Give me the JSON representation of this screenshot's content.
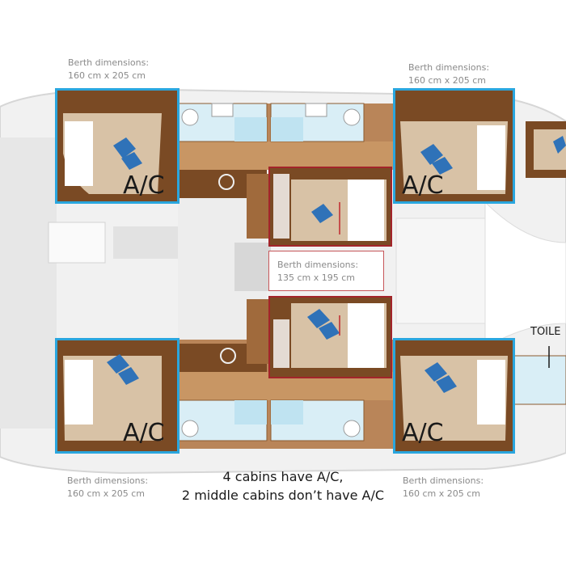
{
  "berth_labels": {
    "top_left": {
      "title": "Berth dimensions:",
      "size": "160 cm x 205 cm"
    },
    "top_right": {
      "title": "Berth dimensions:",
      "size": "160 cm x 205 cm"
    },
    "middle": {
      "title": "Berth dimensions:",
      "size": "135 cm x 195 cm"
    },
    "bottom_left": {
      "title": "Berth dimensions:",
      "size": "160 cm x 205 cm"
    },
    "bottom_right": {
      "title": "Berth dimensions:",
      "size": "160 cm x 205 cm"
    }
  },
  "ac_labels": {
    "top_left": "A/C",
    "top_right": "A/C",
    "bottom_left": "A/C",
    "bottom_right": "A/C"
  },
  "toilet_label": "TOILE",
  "caption": {
    "line1": "4 cabins have A/C,",
    "line2": "2 middle cabins don’t have A/C"
  },
  "colors": {
    "ac_highlight": "#2aa6de",
    "no_ac_highlight": "#a3242a",
    "wood": "#7a4a24",
    "deck": "#b98559",
    "bed": "#d8c2a6",
    "pillow": "#2f72b8",
    "hull_gray": "#eeeeee",
    "bathroom": "#bfe3f1"
  }
}
